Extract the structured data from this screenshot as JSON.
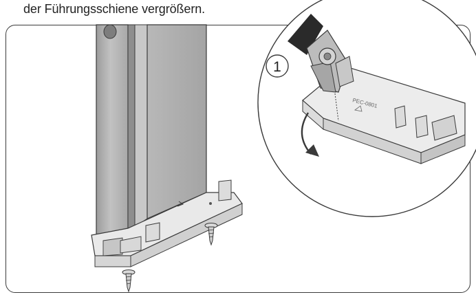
{
  "caption": "der Führungsschiene vergrößern.",
  "callout": {
    "step_number": "1"
  },
  "part_marking": "PEC-0801",
  "colors": {
    "line": "#3a3a3a",
    "metal": "#b4b4b4",
    "plastic": "#e9e9e9"
  }
}
